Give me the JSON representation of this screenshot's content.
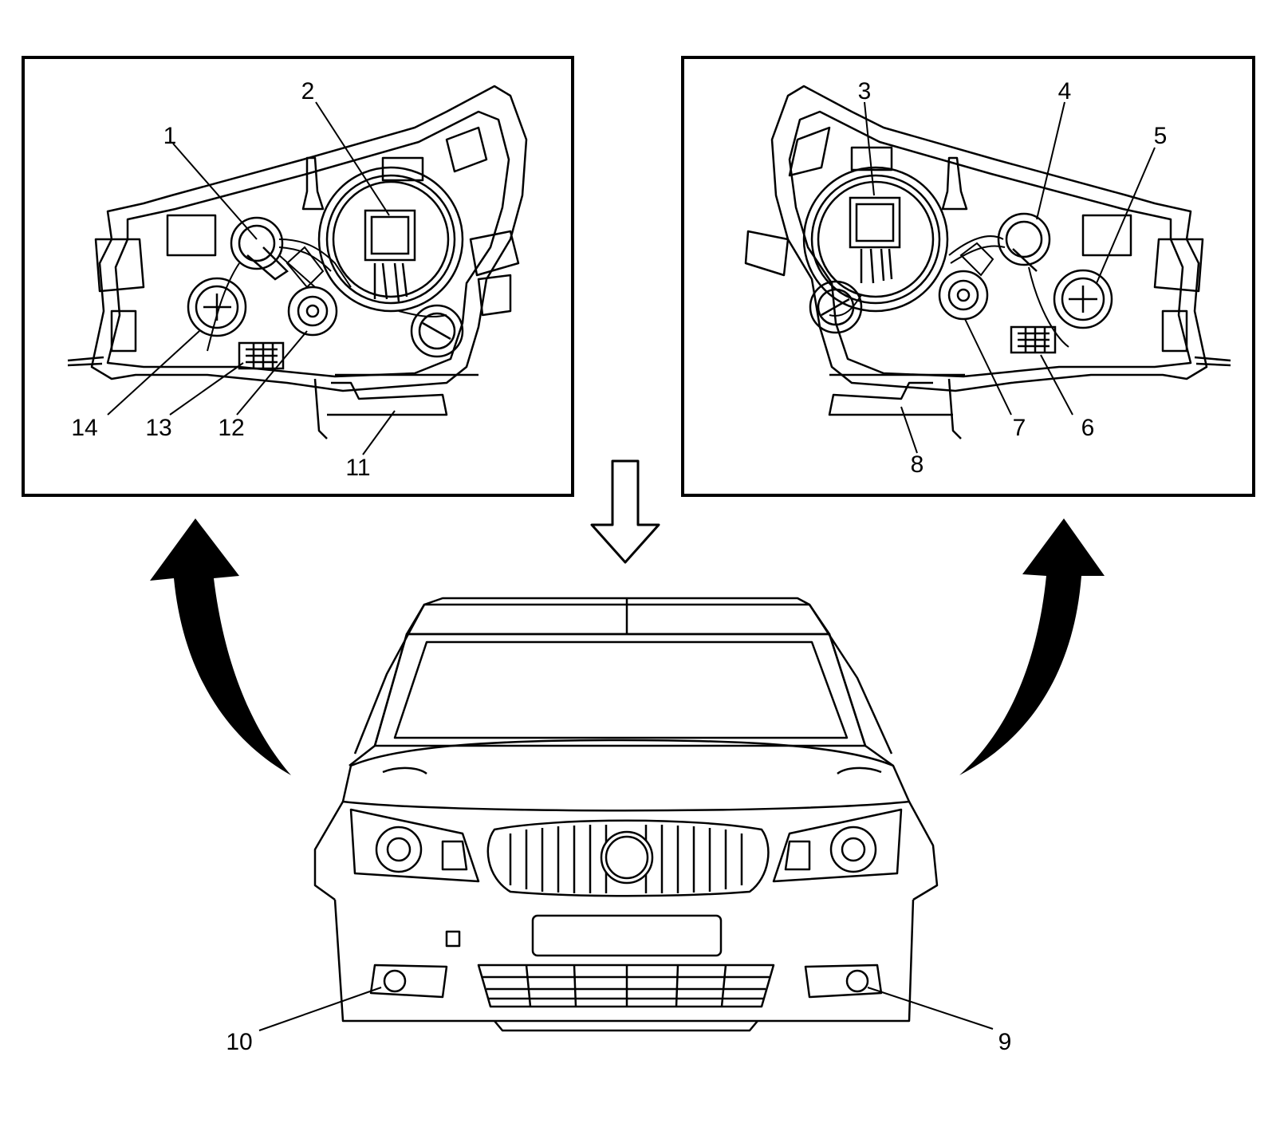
{
  "diagram": {
    "callouts": [
      {
        "id": "c1",
        "label": "1"
      },
      {
        "id": "c2",
        "label": "2"
      },
      {
        "id": "c3",
        "label": "3"
      },
      {
        "id": "c4",
        "label": "4"
      },
      {
        "id": "c5",
        "label": "5"
      },
      {
        "id": "c6",
        "label": "6"
      },
      {
        "id": "c7",
        "label": "7"
      },
      {
        "id": "c8",
        "label": "8"
      },
      {
        "id": "c9",
        "label": "9"
      },
      {
        "id": "c10",
        "label": "10"
      },
      {
        "id": "c11",
        "label": "11"
      },
      {
        "id": "c12",
        "label": "12"
      },
      {
        "id": "c13",
        "label": "13"
      },
      {
        "id": "c14",
        "label": "14"
      }
    ],
    "colors": {
      "ink": "#000000",
      "paper": "#ffffff"
    }
  }
}
